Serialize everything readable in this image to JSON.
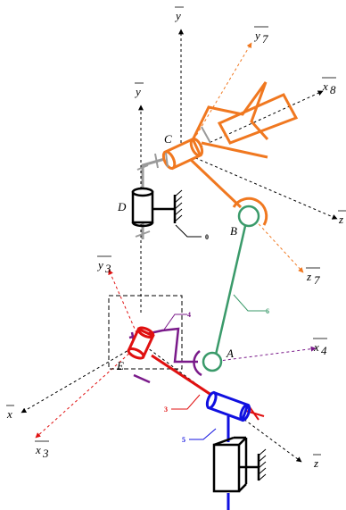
{
  "axes": {
    "y_top": "y",
    "y_mid": "y",
    "y7": "y",
    "y7_sub": "7",
    "x8": "x",
    "x8_sub": "8",
    "z_right": "z",
    "z7": "z",
    "z7_sub": "7",
    "y3": "y",
    "y3_sub": "3",
    "x4": "x",
    "x4_sub": "4",
    "x_left": "x",
    "x3": "x",
    "x3_sub": "3",
    "z_bottom": "z"
  },
  "points": {
    "C": "C",
    "D": "D",
    "B": "B",
    "A": "A",
    "E": "E"
  },
  "parts": {
    "p0": "0",
    "p3": "3",
    "p4": "4",
    "p5": "5",
    "p6": "6"
  },
  "colors": {
    "orange": "#f07820",
    "green": "#3a9a6a",
    "purple": "#7a1a8a",
    "red": "#e01010",
    "blue": "#1010e0",
    "gray": "#9a9a9a",
    "black": "#000000"
  }
}
